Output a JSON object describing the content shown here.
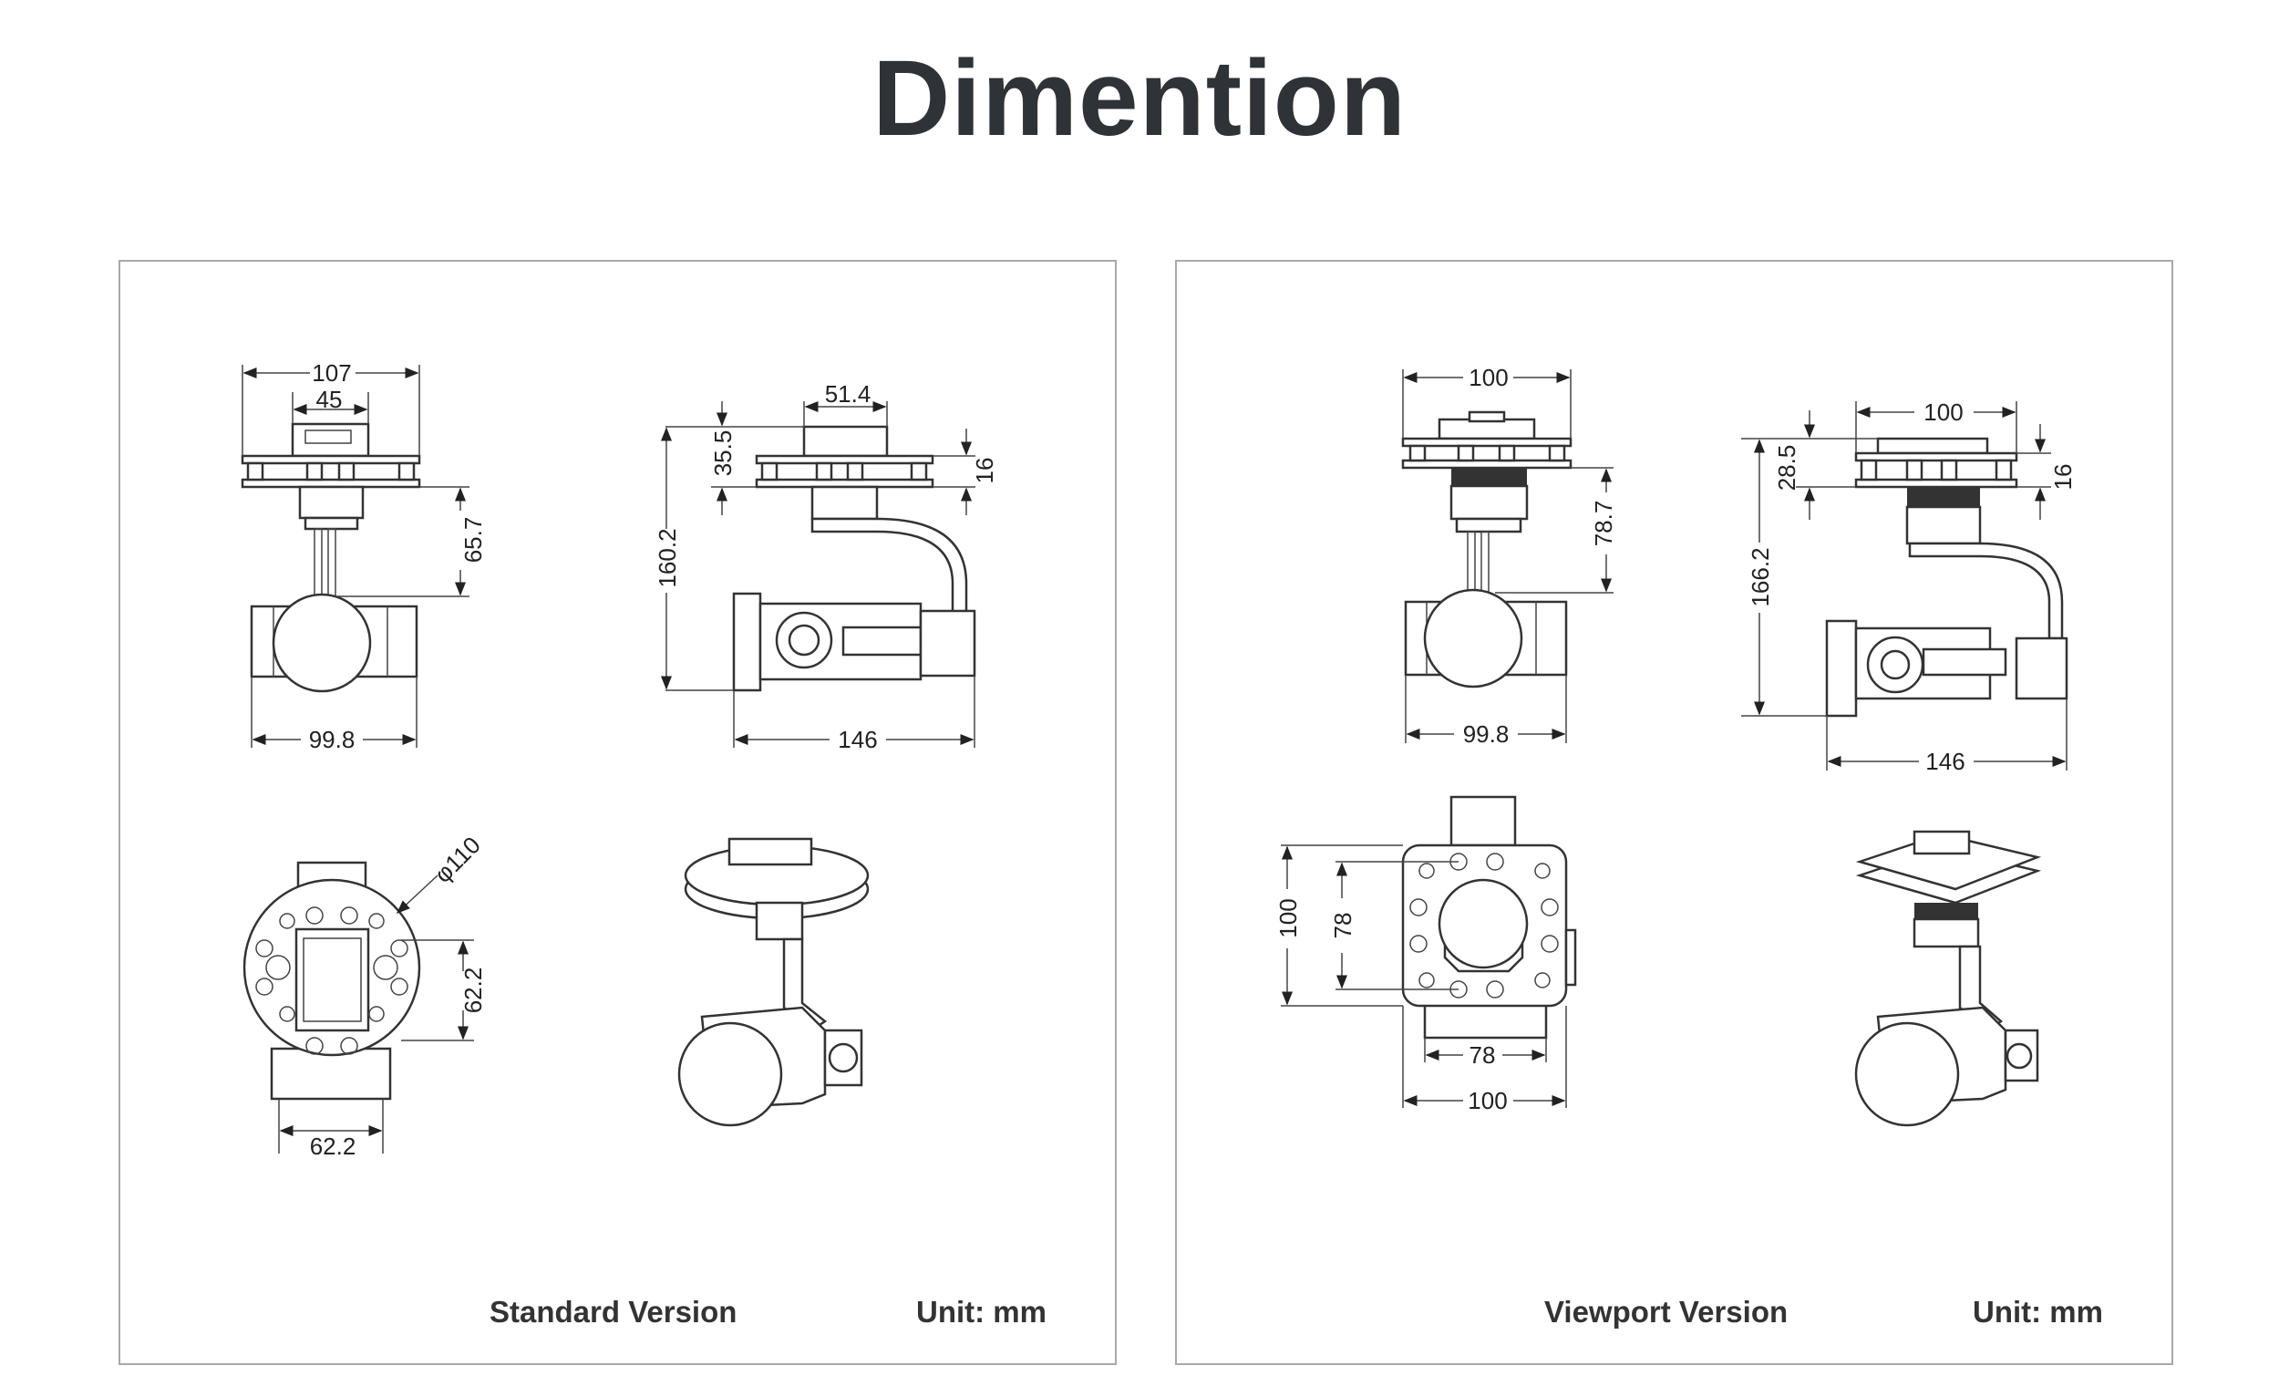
{
  "page": {
    "title": "Dimention"
  },
  "standard": {
    "caption": "Standard Version",
    "unit": "Unit: mm",
    "front": {
      "width_total": "107",
      "width_connector": "45",
      "height_lower": "65.7",
      "width_camera": "99.8"
    },
    "side": {
      "width_top": "51.4",
      "height_top": "35.5",
      "height_plates": "16",
      "height_total": "160.2",
      "width_total": "146"
    },
    "bottom": {
      "diameter": "φ110",
      "height_mount": "62.2",
      "width_mount": "62.2"
    }
  },
  "viewport": {
    "caption": "Viewport Version",
    "unit": "Unit: mm",
    "front": {
      "width_total": "100",
      "height_lower": "78.7",
      "width_camera": "99.8"
    },
    "side": {
      "width_top": "100",
      "height_top": "28.5",
      "height_plates": "16",
      "height_total": "166.2",
      "width_total": "146"
    },
    "bottom": {
      "height_total": "100",
      "height_inner": "78",
      "width_inner": "78",
      "width_total": "100"
    }
  }
}
